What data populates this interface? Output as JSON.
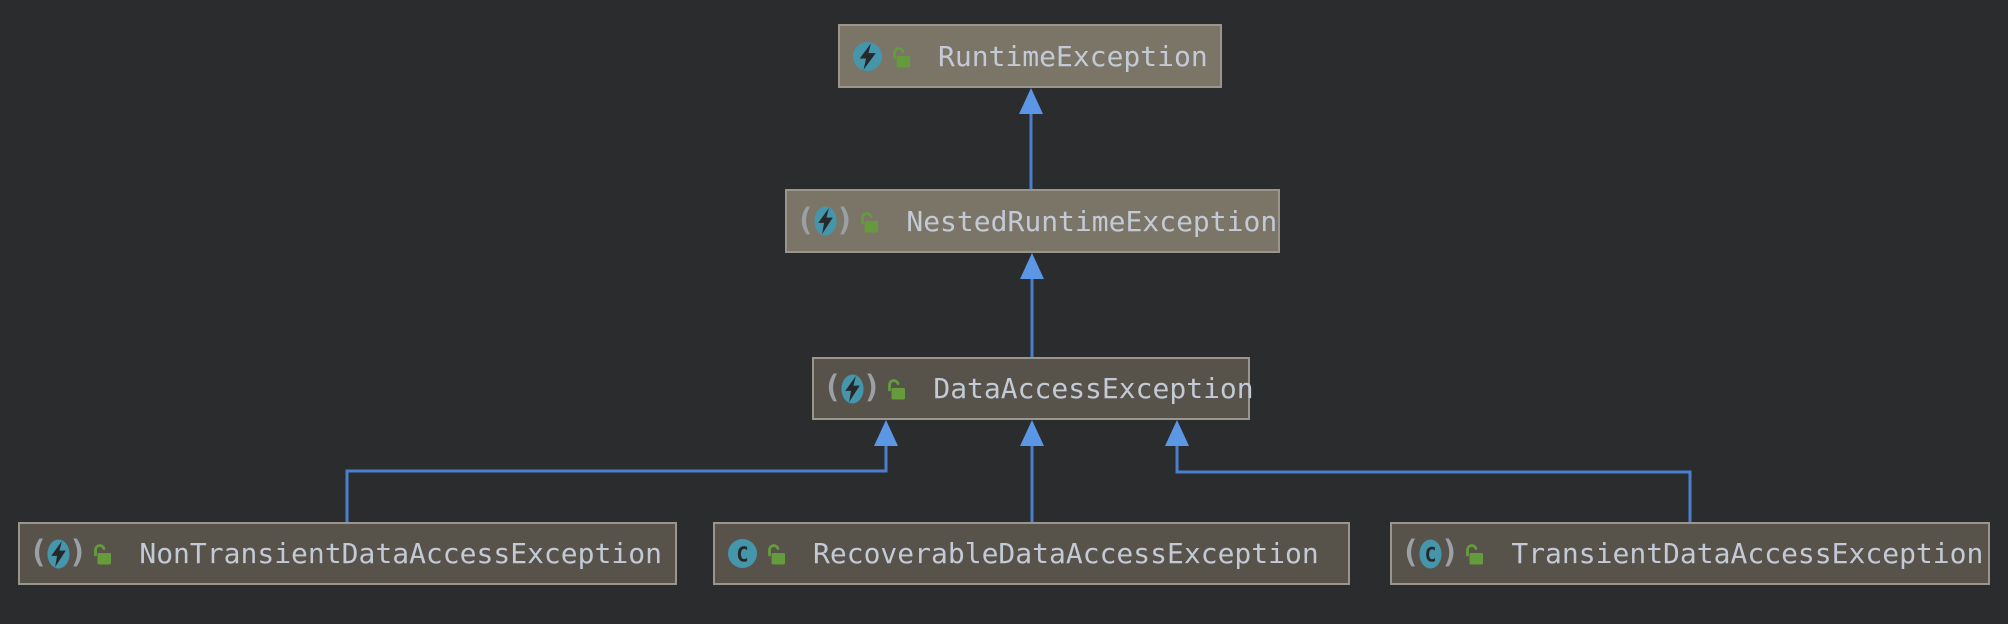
{
  "diagram_type": "uml-class-inheritance",
  "colors": {
    "bg": "#2a2c2e",
    "node-light": "#7b7568",
    "node-dark": "#57524a",
    "border": "#9a968e",
    "text": "#c3cad6",
    "edge": "#4a7fcd",
    "arrow": "#5b97e5",
    "teal": "#4595ab",
    "green": "#659b3d",
    "paren": "#9aa0a6",
    "glyph": "#26282a"
  },
  "icon_glyphs": {
    "class_letter": "C",
    "paren_open": "(",
    "paren_close": ")"
  },
  "nodes": [
    {
      "label": "RuntimeException",
      "icon": "exception-class-icon",
      "abstract": false,
      "visibility_icon": "public-unlocked-icon"
    },
    {
      "label": "NestedRuntimeException",
      "icon": "abstract-exception-class-icon",
      "abstract": true,
      "visibility_icon": "public-unlocked-icon"
    },
    {
      "label": "DataAccessException",
      "icon": "abstract-exception-class-icon",
      "abstract": true,
      "visibility_icon": "public-unlocked-icon"
    },
    {
      "label": "NonTransientDataAccessException",
      "icon": "abstract-exception-class-icon",
      "abstract": true,
      "visibility_icon": "public-unlocked-icon"
    },
    {
      "label": "RecoverableDataAccessException",
      "icon": "class-icon",
      "abstract": false,
      "visibility_icon": "public-unlocked-icon"
    },
    {
      "label": "TransientDataAccessException",
      "icon": "abstract-class-icon",
      "abstract": true,
      "visibility_icon": "public-unlocked-icon"
    }
  ],
  "edges": [
    {
      "from": "NestedRuntimeException",
      "to": "RuntimeException",
      "type": "inheritance"
    },
    {
      "from": "DataAccessException",
      "to": "NestedRuntimeException",
      "type": "inheritance"
    },
    {
      "from": "NonTransientDataAccessException",
      "to": "DataAccessException",
      "type": "inheritance"
    },
    {
      "from": "RecoverableDataAccessException",
      "to": "DataAccessException",
      "type": "inheritance"
    },
    {
      "from": "TransientDataAccessException",
      "to": "DataAccessException",
      "type": "inheritance"
    }
  ]
}
